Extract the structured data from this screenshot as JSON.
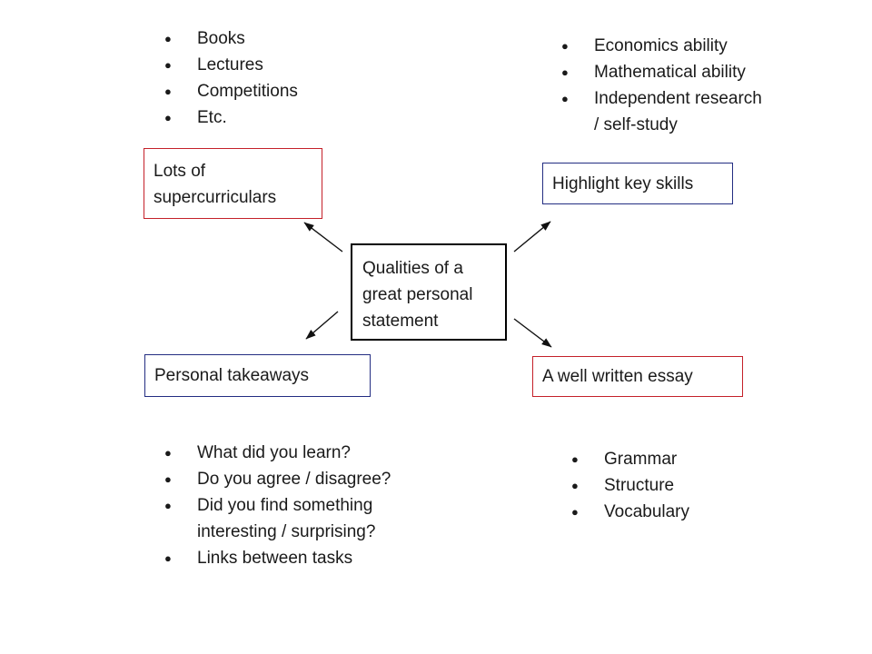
{
  "colors": {
    "red_border": "#c42029",
    "blue_border": "#232d82",
    "black_border": "#000000",
    "text": "#1a1a1a",
    "background": "#ffffff"
  },
  "glyphs": {
    "bullet": "●"
  },
  "nodes": {
    "center": {
      "label": "Qualities of a\ngreat personal\nstatement",
      "border": "black"
    },
    "supercurriculars": {
      "label": "Lots of\nsupercurriculars",
      "border": "red"
    },
    "skills": {
      "label": "Highlight key skills",
      "border": "blue"
    },
    "takeaways": {
      "label": "Personal takeaways",
      "border": "blue"
    },
    "essay": {
      "label": "A well written essay",
      "border": "red"
    }
  },
  "lists": {
    "supercurriculars": {
      "items": [
        "Books",
        "Lectures",
        "Competitions",
        "Etc."
      ]
    },
    "skills": {
      "items": [
        "Economics ability",
        "Mathematical ability",
        "Independent research\n/ self-study"
      ]
    },
    "takeaways": {
      "items": [
        "What did you learn?",
        "Do you agree / disagree?",
        "Did you find something\ninteresting / surprising?",
        "Links between tasks"
      ]
    },
    "essay": {
      "items": [
        "Grammar",
        "Structure",
        "Vocabulary"
      ]
    }
  }
}
